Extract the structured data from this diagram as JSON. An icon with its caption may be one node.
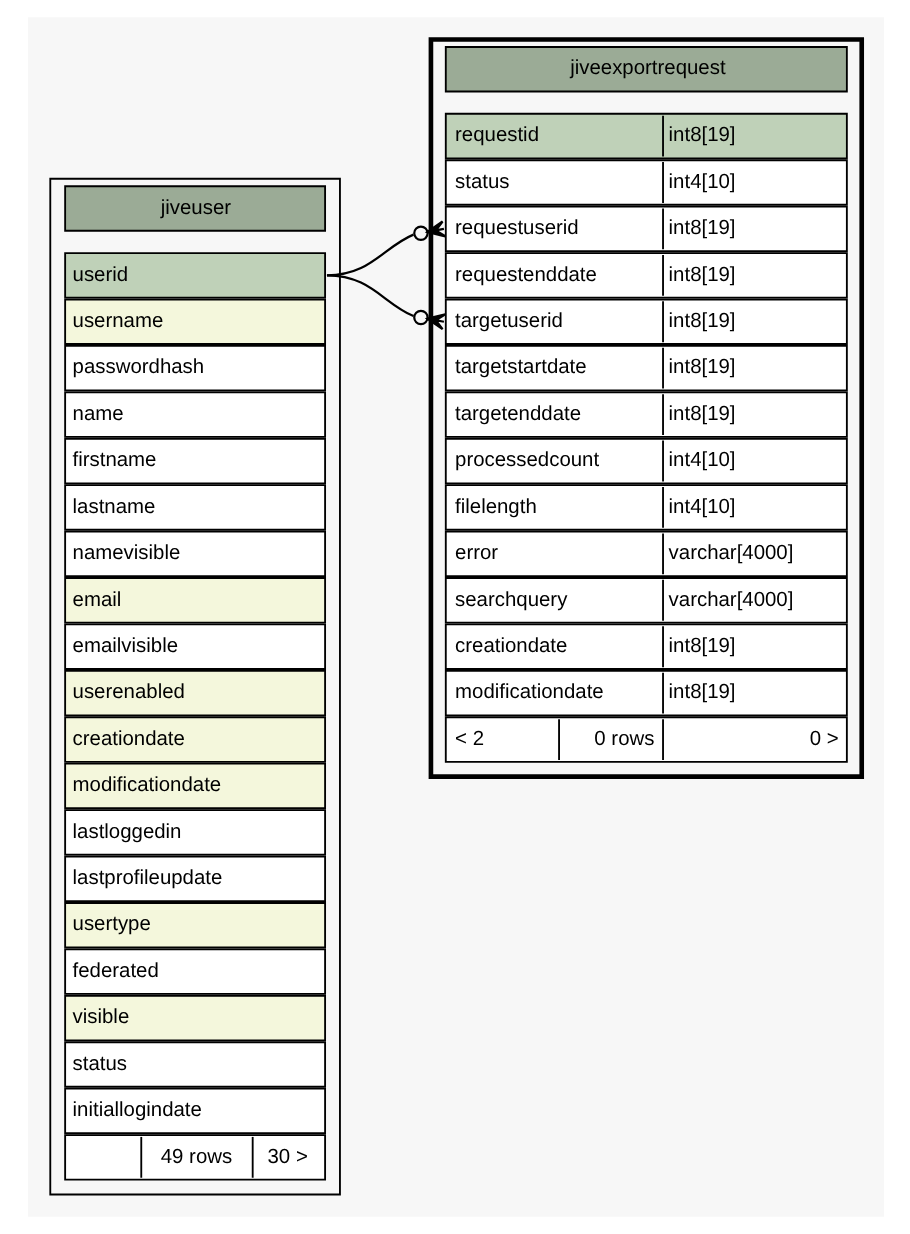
{
  "diagram": {
    "nodes": [
      {
        "text": [
          "jiveuser"
        ]
      },
      {
        "text": [
          "userid"
        ],
        "in": 0
      },
      {
        "text": [
          "username"
        ],
        "in": 0
      },
      {
        "text": [
          "passwordhash"
        ],
        "in": 0
      },
      {
        "text": [
          "name"
        ],
        "in": 0
      },
      {
        "text": [
          "firstname"
        ],
        "in": 0
      },
      {
        "text": [
          "lastname"
        ],
        "in": 0
      },
      {
        "text": [
          "namevisible"
        ],
        "in": 0
      },
      {
        "text": [
          "email"
        ],
        "in": 0
      },
      {
        "text": [
          "emailvisible"
        ],
        "in": 0
      },
      {
        "text": [
          "userenabled"
        ],
        "in": 0
      },
      {
        "text": [
          "creationdate"
        ],
        "in": 0
      },
      {
        "text": [
          "modificationdate"
        ],
        "in": 0
      },
      {
        "text": [
          "lastloggedin"
        ],
        "in": 0
      },
      {
        "text": [
          "lastprofileupdate"
        ],
        "in": 0
      },
      {
        "text": [
          "usertype"
        ],
        "in": 0
      },
      {
        "text": [
          "federated"
        ],
        "in": 0
      },
      {
        "text": [
          "visible"
        ],
        "in": 0
      },
      {
        "text": [
          "status"
        ],
        "in": 0
      },
      {
        "text": [
          "initiallogindate"
        ],
        "in": 0
      },
      {
        "text": [
          "49 rows",
          "30 >"
        ],
        "in": 0
      },
      {
        "text": [
          "jiveexportrequest"
        ]
      },
      {
        "text": [
          "requestid",
          "int8[19]"
        ],
        "in": 21
      },
      {
        "text": [
          "status",
          "int4[10]"
        ],
        "in": 21
      },
      {
        "text": [
          "requestuserid",
          "int8[19]"
        ],
        "in": 21
      },
      {
        "text": [
          "requestenddate",
          "int8[19]"
        ],
        "in": 21
      },
      {
        "text": [
          "targetuserid",
          "int8[19]"
        ],
        "in": 21
      },
      {
        "text": [
          "targetstartdate",
          "int8[19]"
        ],
        "in": 21
      },
      {
        "text": [
          "targetenddate",
          "int8[19]"
        ],
        "in": 21
      },
      {
        "text": [
          "processedcount",
          "int4[10]"
        ],
        "in": 21
      },
      {
        "text": [
          "filelength",
          "int4[10]"
        ],
        "in": 21
      },
      {
        "text": [
          "error",
          "varchar[4000]"
        ],
        "in": 21
      },
      {
        "text": [
          "searchquery",
          "varchar[4000]"
        ],
        "in": 21
      },
      {
        "text": [
          "creationdate",
          "int8[19]"
        ],
        "in": 21
      },
      {
        "text": [
          "modificationdate",
          "int8[19]"
        ],
        "in": 21
      },
      {
        "text": [
          "< 2",
          "0 rows",
          "0 >"
        ],
        "in": 21
      }
    ],
    "edges": [
      {
        "from": 1,
        "to": 24,
        "arrow": "other"
      },
      {
        "from": 1,
        "to": 26,
        "arrow": "other"
      }
    ]
  }
}
